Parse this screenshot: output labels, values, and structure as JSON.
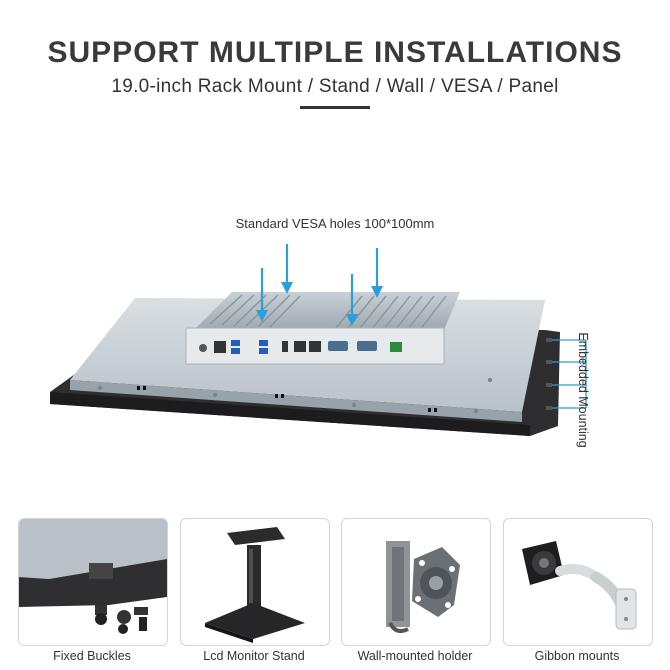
{
  "header": {
    "title": "SUPPORT MULTIPLE INSTALLATIONS",
    "subtitle": "19.0-inch Rack Mount / Stand / Wall / VESA / Panel"
  },
  "hero": {
    "vesa_label": "Standard VESA holes 100*100mm",
    "side_label": "Embedded Mounting",
    "arrow_color": "#2a9fd8"
  },
  "gallery": [
    {
      "caption": "Fixed Buckles"
    },
    {
      "caption": "Lcd Monitor Stand"
    },
    {
      "caption": "Wall-mounted holder"
    },
    {
      "caption": "Gibbon mounts"
    }
  ]
}
